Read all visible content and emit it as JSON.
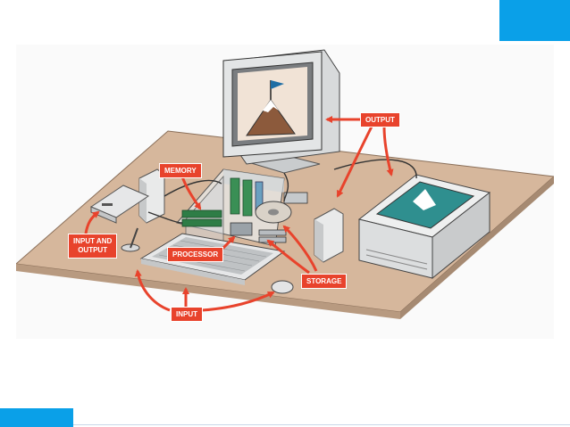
{
  "diagram": {
    "labels": {
      "output": "OUTPUT",
      "memory": "MEMORY",
      "input_output_line1": "INPUT AND",
      "input_output_line2": "OUTPUT",
      "processor": "PROCESSOR",
      "storage": "STORAGE",
      "input": "INPUT"
    }
  },
  "colors": {
    "accent": "#0aa0e8",
    "label_red": "#e8432c",
    "table": "#d6b79c"
  }
}
